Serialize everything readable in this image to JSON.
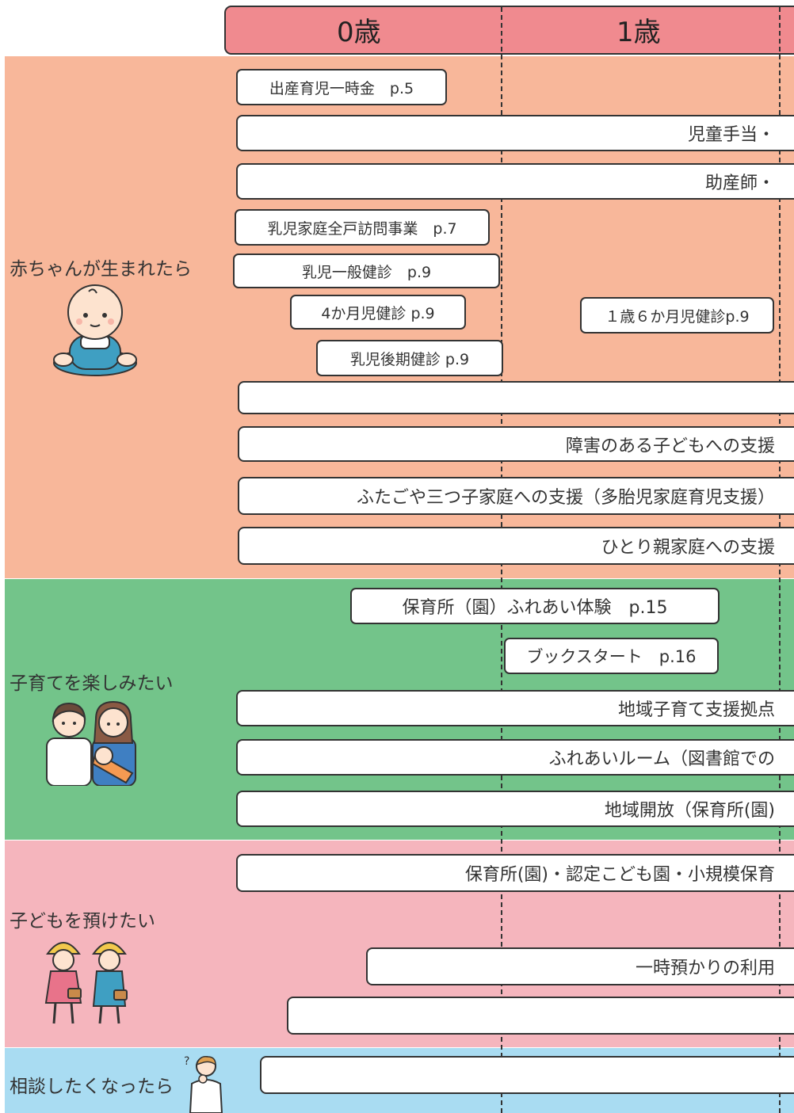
{
  "header": {
    "age_0": "0歳",
    "age_1": "1歳"
  },
  "sections": {
    "baby": {
      "title": "赤ちゃんが生まれたら",
      "chips": {
        "lump_sum": "出産育児一時金　p.5",
        "home_visit": "乳児家庭全戸訪問事業　p.7",
        "general_checkup": "乳児一般健診　p.9",
        "checkup_4m": "4か月児健診 p.9",
        "checkup_1y6m": "１歳６か月児健診p.9",
        "late_checkup": "乳児後期健診 p.9"
      },
      "bars": {
        "child_allowance": "児童手当・",
        "midwife": "助産師・",
        "blank": "",
        "disability": "障害のある子どもへの支援",
        "multiples": "ふたごや三つ子家庭への支援（多胎児家庭育児支援）",
        "single_parent": "ひとり親家庭への支援"
      }
    },
    "enjoy": {
      "title": "子育てを楽しみたい",
      "chips": {
        "nursery_experience": "保育所（園）ふれあい体験　p.15",
        "bookstart": "ブックスタート　p.16"
      },
      "bars": {
        "support_center": "地域子育て支援拠点",
        "fureai_room": "ふれあいルーム（図書館での",
        "open_nursery": "地域開放（保育所(園)"
      }
    },
    "care": {
      "title": "子どもを預けたい",
      "bars": {
        "nursery": "保育所(園)・認定こども園・小規模保育",
        "temporary": "一時預かりの利用",
        "blank": ""
      }
    },
    "consult": {
      "title": "相談したくなったら",
      "bars": {
        "blank": ""
      }
    }
  },
  "colors": {
    "header": "#f08a8f",
    "baby": "#f8b79a",
    "enjoy": "#73c48a",
    "care": "#f5b5bd",
    "consult": "#a9dcf2"
  },
  "icons": [
    "baby-illustration",
    "parents-with-baby-illustration",
    "kindergarten-children-illustration",
    "thinking-person-illustration"
  ]
}
